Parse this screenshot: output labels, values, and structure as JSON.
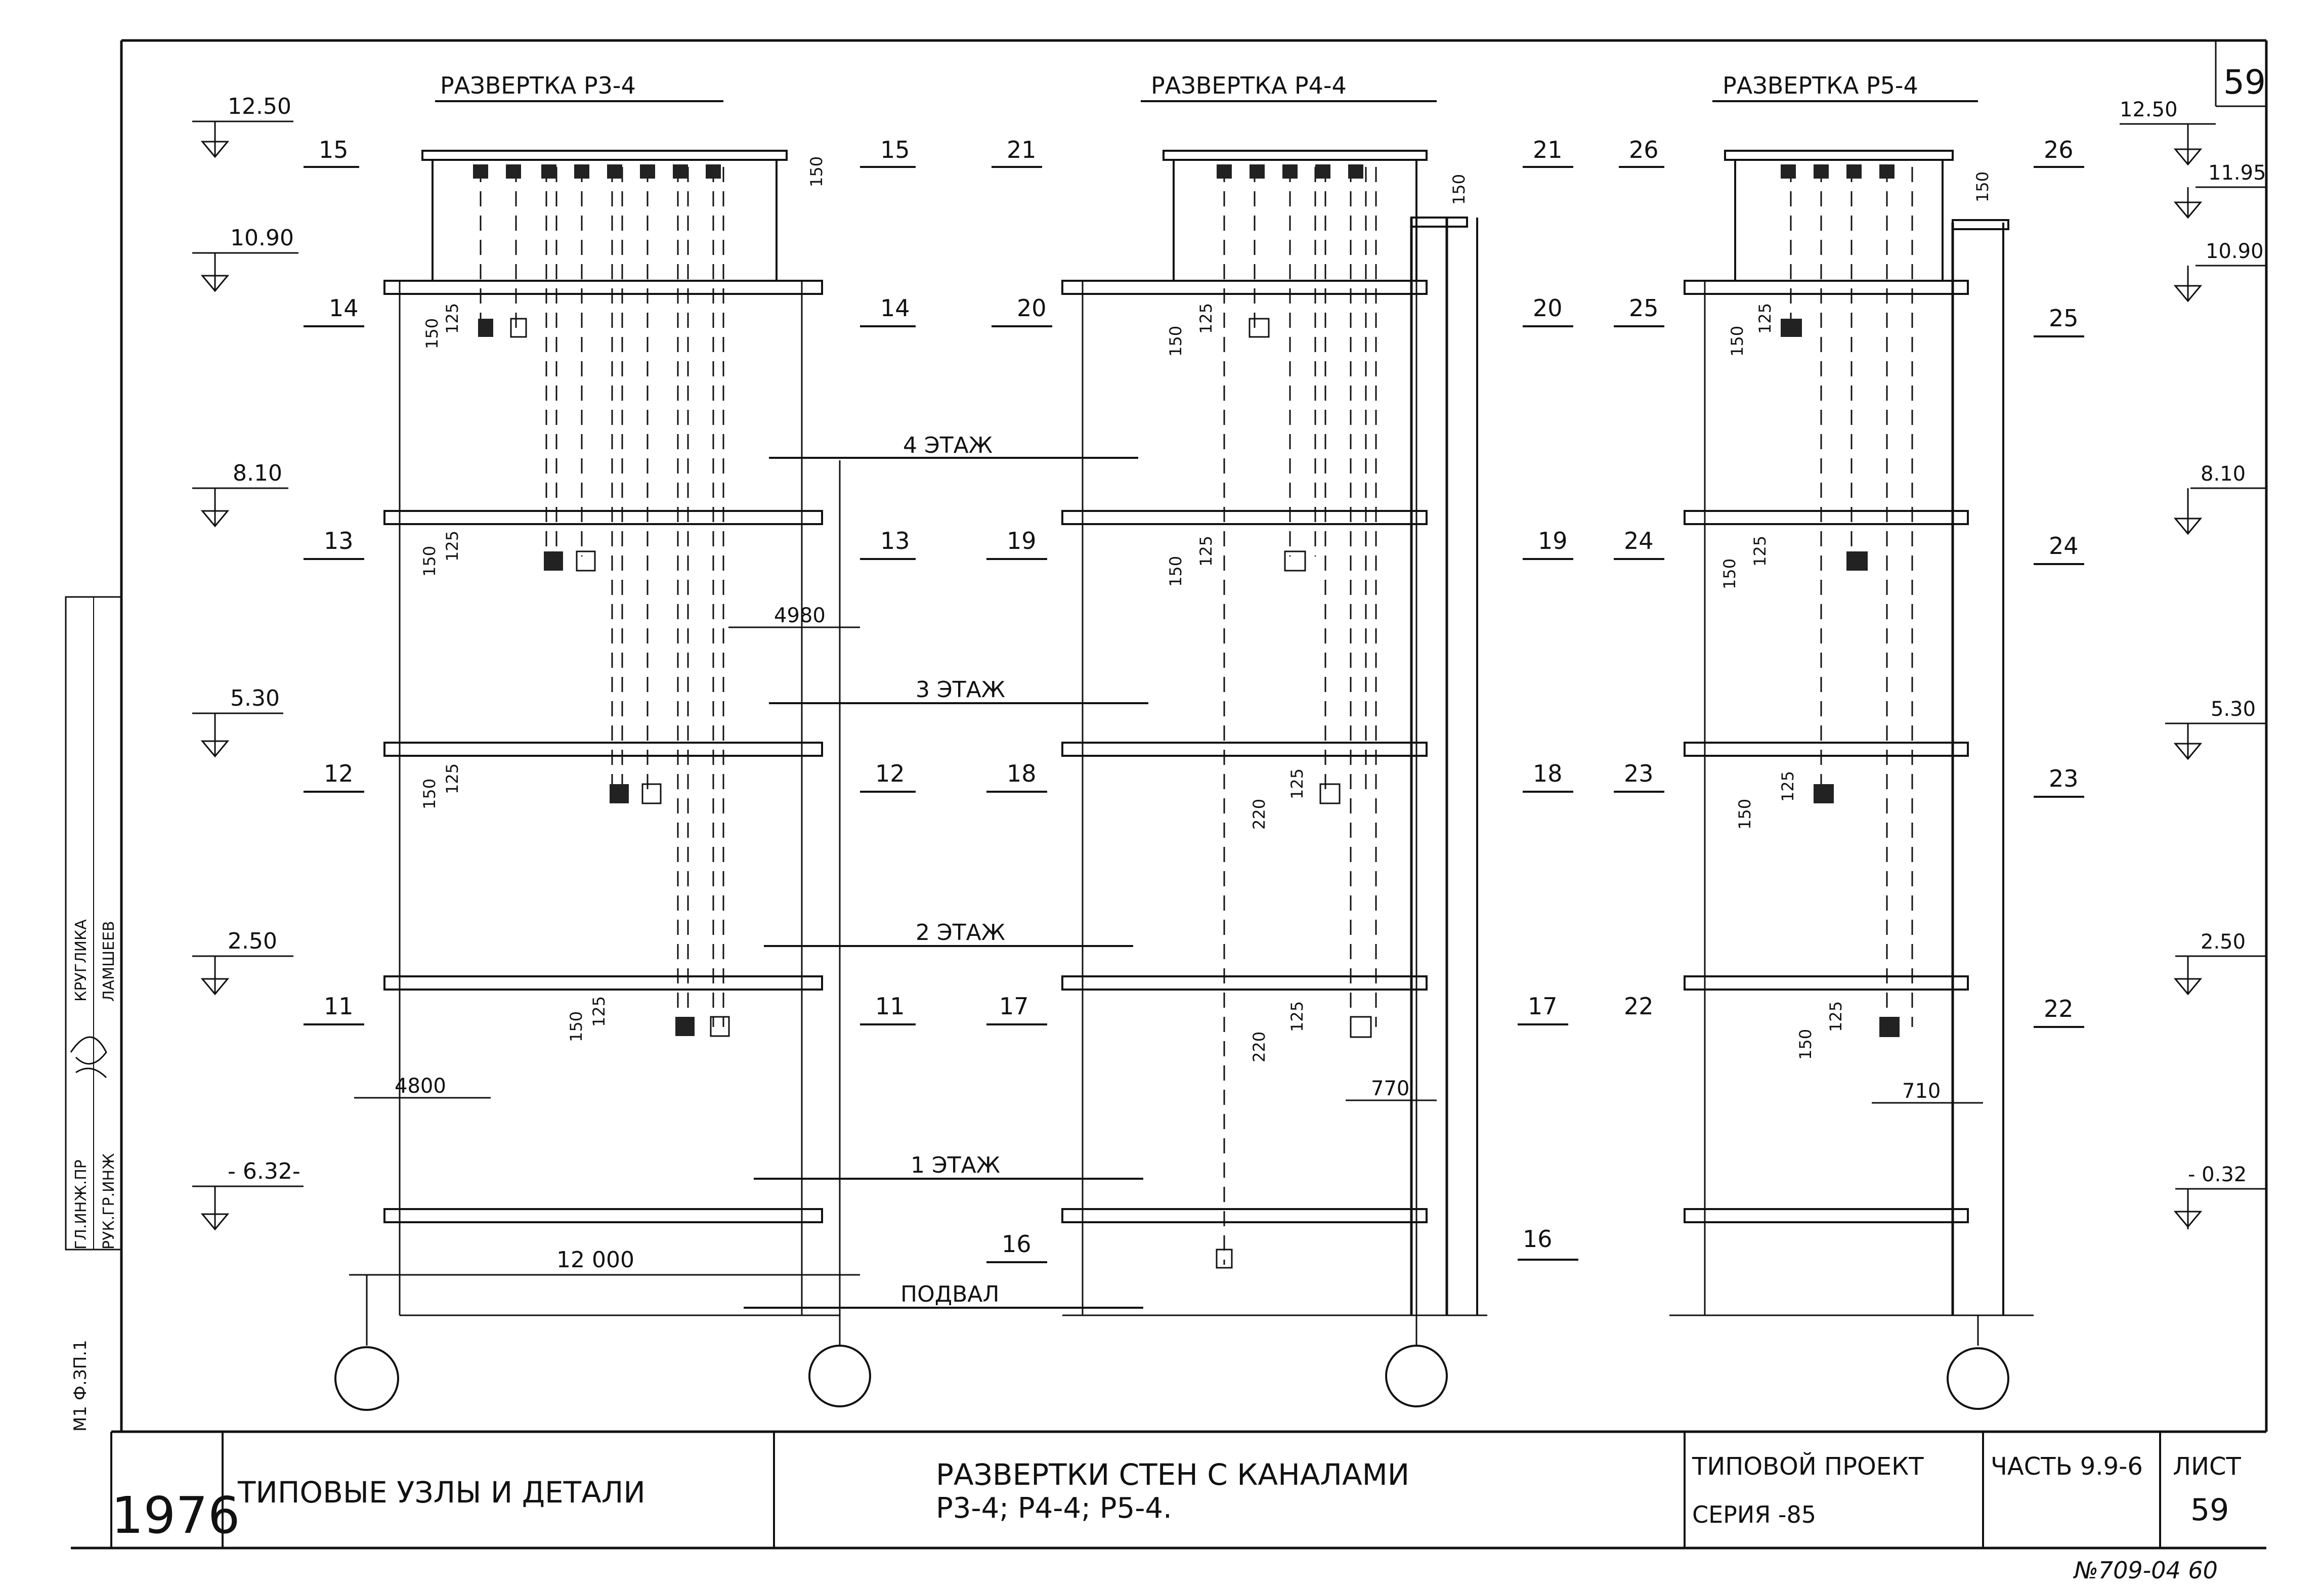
{
  "sheet_corner_number": "59",
  "elevation_marks": {
    "left": [
      "12.50",
      "10.90",
      "8.10",
      "5.30",
      "2.50",
      "- 6.32-"
    ],
    "right": [
      "12.50",
      "11.95",
      "10.90",
      "8.10",
      "5.30",
      "2.50",
      "- 0.32"
    ]
  },
  "floors": [
    "4 ЭТАЖ",
    "3 ЭТАЖ",
    "2 ЭТАЖ",
    "1 ЭТАЖ",
    "ПОДВАЛ"
  ],
  "panels": [
    {
      "title": "РАЗВЕРТКА  Р3-4",
      "left_labels": [
        "15",
        "14",
        "13",
        "12",
        "11"
      ],
      "right_labels": [
        "15",
        "14",
        "13",
        "12",
        "11"
      ],
      "dims": [
        "150",
        "150",
        "125",
        "150",
        "125",
        "150",
        "125",
        "150",
        "125"
      ],
      "bottom_dims": [
        "4800",
        "12 000",
        "4980"
      ]
    },
    {
      "title": "РАЗВЕРТКА  Р4-4",
      "left_labels": [
        "21",
        "20",
        "19",
        "18",
        "17",
        "16"
      ],
      "right_labels": [
        "21",
        "20",
        "19",
        "18",
        "17",
        "16"
      ],
      "dims": [
        "150",
        "150",
        "125",
        "150",
        "125",
        "220",
        "125",
        "220",
        "125"
      ],
      "bottom_dims": [
        "770"
      ]
    },
    {
      "title": "РАЗВЕРТКА  Р5-4",
      "left_labels": [
        "26",
        "25",
        "24",
        "23",
        "22"
      ],
      "right_labels": [
        "26",
        "25",
        "24",
        "23",
        "22"
      ],
      "dims": [
        "150",
        "150",
        "125",
        "150",
        "125",
        "150",
        "125",
        "150",
        "125"
      ],
      "bottom_dims": [
        "710"
      ]
    }
  ],
  "side_stamp": {
    "line1": "ГЛ.ИНЖ.ПР",
    "line2": "РУК.ГР.ИНЖ",
    "line3": "КРУГЛИКА",
    "line4": "ЛАМШЕЕВ",
    "archive": "М1 Ф.ЗП.1"
  },
  "title_block": {
    "year": "1976",
    "subject": "ТИПОВЫЕ УЗЛЫ  И ДЕТАЛИ",
    "drawing_title": "РАЗВЕРТКИ СТЕН С КАНАЛАМИ",
    "drawing_subtitle": "Р3-4;  Р4-4;  Р5-4.",
    "project_label": "ТИПОВОЙ ПРОЕКТ",
    "series_label": "СЕРИЯ  -85",
    "part_label": "ЧАСТЬ 9.9-6",
    "sheet_label": "ЛИСТ",
    "sheet_number": "59"
  },
  "footer_code": "№709-04  60"
}
